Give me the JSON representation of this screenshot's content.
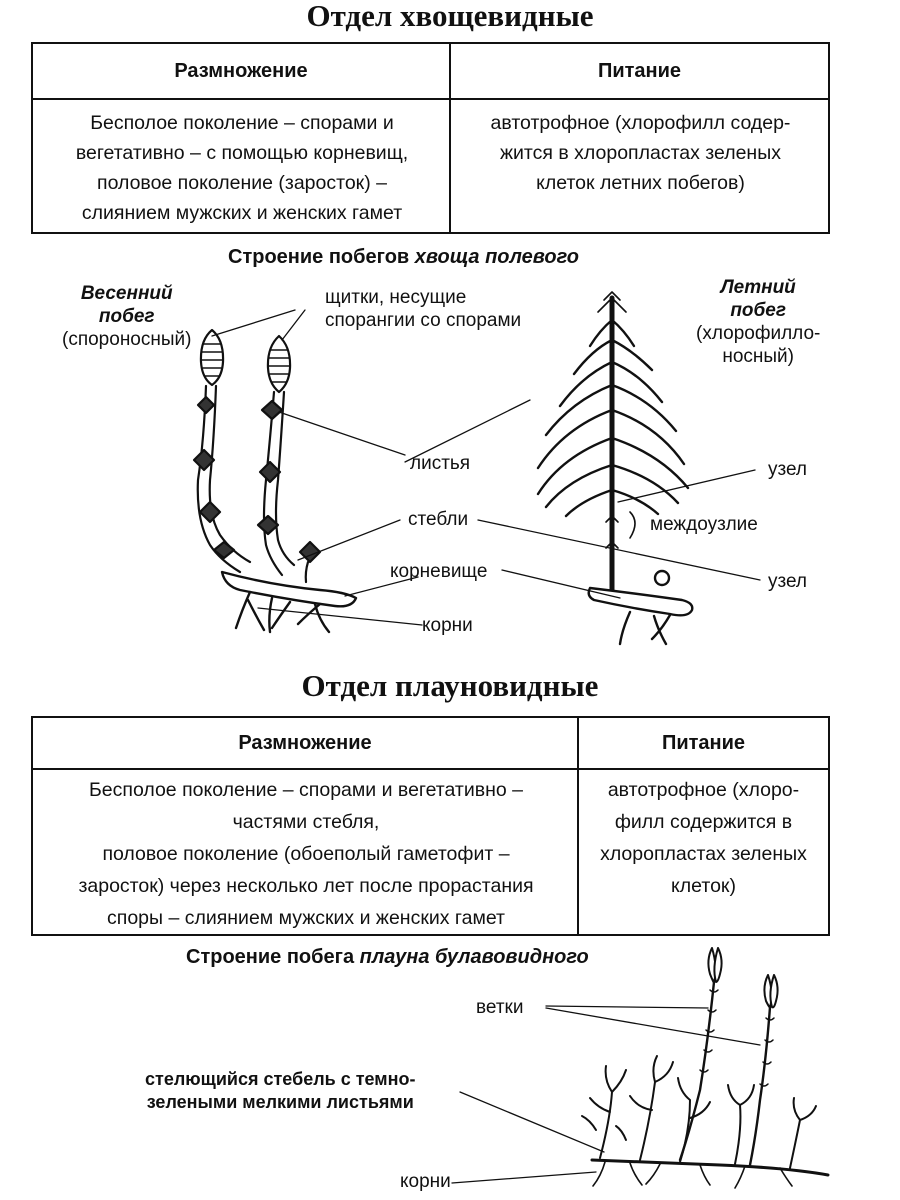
{
  "horsetail": {
    "title": "Отдел хвощевидные",
    "table": {
      "col_reproduction": "Размножение",
      "col_nutrition": "Питание",
      "reproduction_lines": [
        "Бесполое поколение – спорами и",
        "вегетативно – с помощью корневищ,",
        "половое поколение (заросток) –",
        "слиянием мужских и женских гамет"
      ],
      "nutrition_lines": [
        "автотрофное (хлорофилл содер-",
        "жится в хлоропластах зеленых",
        "клеток летних побегов)"
      ]
    },
    "figure_title_plain": "Строение побегов ",
    "figure_title_italic": "хвоща полевого",
    "labels": {
      "spring_shoot_1": "Весенний",
      "spring_shoot_2": "побег",
      "spring_shoot_3": "(спороносный)",
      "scales_1": "щитки, несущие",
      "scales_2": "спорангии со спорами",
      "summer_shoot_1": "Летний",
      "summer_shoot_2": "побег",
      "summer_shoot_3": "(хлорофилло-",
      "summer_shoot_4": "носный)",
      "leaves": "листья",
      "node_top": "узел",
      "stems": "стебли",
      "internode": "междоузлие",
      "rhizome": "корневище",
      "node_bottom": "узел",
      "roots": "корни"
    }
  },
  "clubmoss": {
    "title": "Отдел плауновидные",
    "table": {
      "col_reproduction": "Размножение",
      "col_nutrition": "Питание",
      "reproduction_lines": [
        "Бесполое поколение – спорами и вегетативно –",
        "частями стебля,",
        "половое поколение (обоеполый гаметофит –",
        "заросток) через несколько лет после прорастания",
        "споры – слиянием мужских и женских гамет"
      ],
      "nutrition_lines": [
        "автотрофное (хлоро-",
        "филл содержится в",
        "хлоропластах зеленых",
        "клеток)"
      ]
    },
    "figure_title_plain": "Строение побега ",
    "figure_title_italic": "плауна булавовидного",
    "labels": {
      "branches": "ветки",
      "creeping_stem_1": "стелющийся стебель с темно-",
      "creeping_stem_2": "зелеными мелкими листьями",
      "roots": "корни"
    }
  }
}
